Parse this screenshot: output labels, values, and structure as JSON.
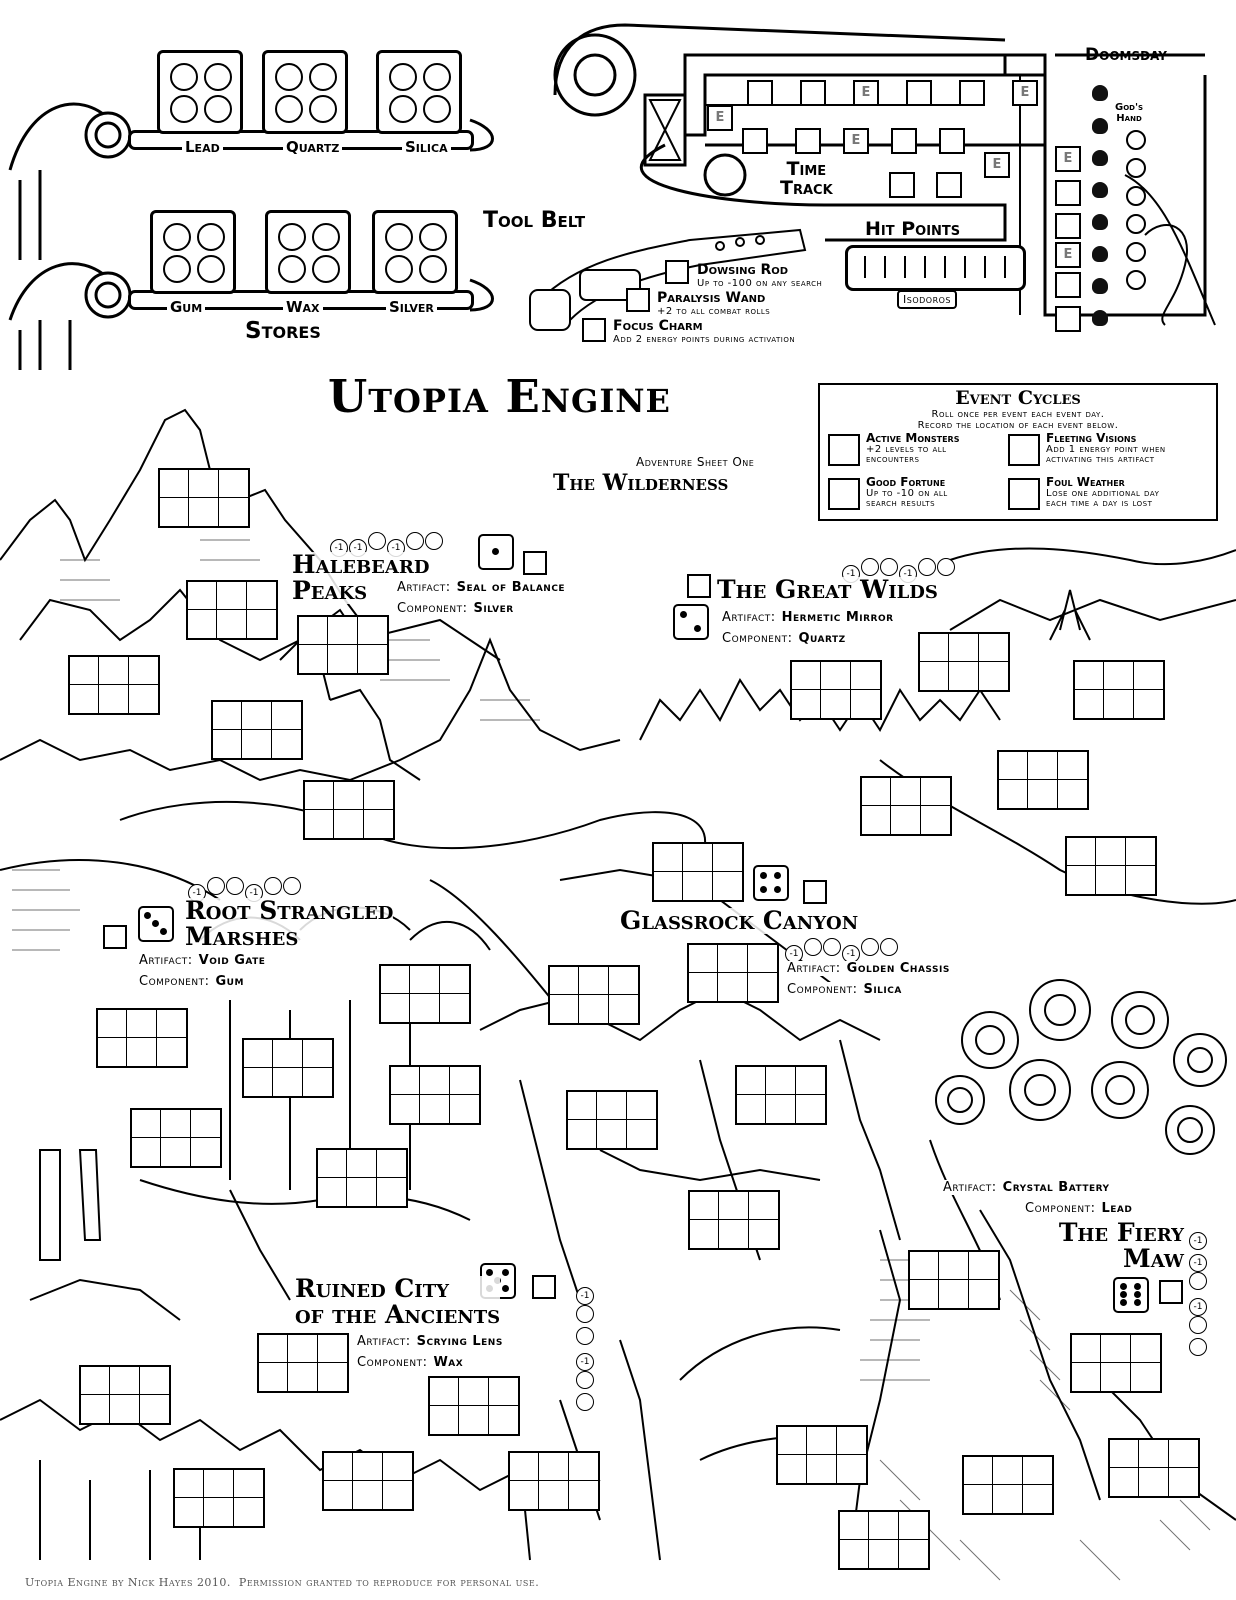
{
  "stores": {
    "title": "Stores",
    "row1": [
      {
        "label": "Lead"
      },
      {
        "label": "Quartz"
      },
      {
        "label": "Silica"
      }
    ],
    "row2": [
      {
        "label": "Gum"
      },
      {
        "label": "Wax"
      },
      {
        "label": "Silver"
      }
    ]
  },
  "tool_belt": {
    "title": "Tool Belt",
    "tools": [
      {
        "name": "Dowsing Rod",
        "desc": "Up to -100 on any search"
      },
      {
        "name": "Paralysis Wand",
        "desc": "+2 to all combat rolls"
      },
      {
        "name": "Focus Charm",
        "desc": "Add 2 energy points during activation"
      }
    ]
  },
  "time_track": {
    "title_line1": "Time",
    "title_line2": "Track",
    "event_mark": "E",
    "doomsday": "Doomsday",
    "gods_hand_line1": "God's",
    "gods_hand_line2": "Hand"
  },
  "hit_points": {
    "title": "Hit Points",
    "hero_name": "Isodoros"
  },
  "game_title": "Utopia Engine",
  "sheet": {
    "subtitle": "Adventure Sheet One",
    "title": "The Wilderness"
  },
  "event_cycles": {
    "title": "Event Cycles",
    "instructions_line1": "Roll once per event each event day.",
    "instructions_line2": "Record the location of each event below.",
    "events": [
      {
        "name": "Active Monsters",
        "line1": "+2 levels to all",
        "line2": "encounters"
      },
      {
        "name": "Fleeting Visions",
        "line1": "Add 1 energy point when",
        "line2": "activating this artifact"
      },
      {
        "name": "Good Fortune",
        "line1": "Up to -10 on all",
        "line2": "search results"
      },
      {
        "name": "Foul Weather",
        "line1": "Lose one additional day",
        "line2": "each time a day is lost"
      }
    ]
  },
  "labels": {
    "artifact": "Artifact:",
    "component": "Component:",
    "minus_one": "-1"
  },
  "regions": [
    {
      "id": "halebeard",
      "title_line1": "Halebeard",
      "title_line2": "Peaks",
      "artifact": "Seal of Balance",
      "component": "Silver",
      "die": 1
    },
    {
      "id": "wilds",
      "title_line1": "The Great Wilds",
      "title_line2": "",
      "artifact": "Hermetic Mirror",
      "component": "Quartz",
      "die": 2
    },
    {
      "id": "marshes",
      "title_line1": "Root Strangled",
      "title_line2": "Marshes",
      "artifact": "Void Gate",
      "component": "Gum",
      "die": 3
    },
    {
      "id": "canyon",
      "title_line1": "Glassrock Canyon",
      "title_line2": "",
      "artifact": "Golden Chassis",
      "component": "Silica",
      "die": 4
    },
    {
      "id": "ruins",
      "title_line1": "Ruined City",
      "title_line2": "of the Ancients",
      "artifact": "Scrying Lens",
      "component": "Wax",
      "die": 5
    },
    {
      "id": "maw",
      "title_line1": "The Fiery",
      "title_line2": "Maw",
      "artifact": "Crystal Battery",
      "component": "Lead",
      "die": 6
    }
  ],
  "footer": "Utopia Engine by Nick Hayes 2010.  Permission granted to reproduce for personal use."
}
